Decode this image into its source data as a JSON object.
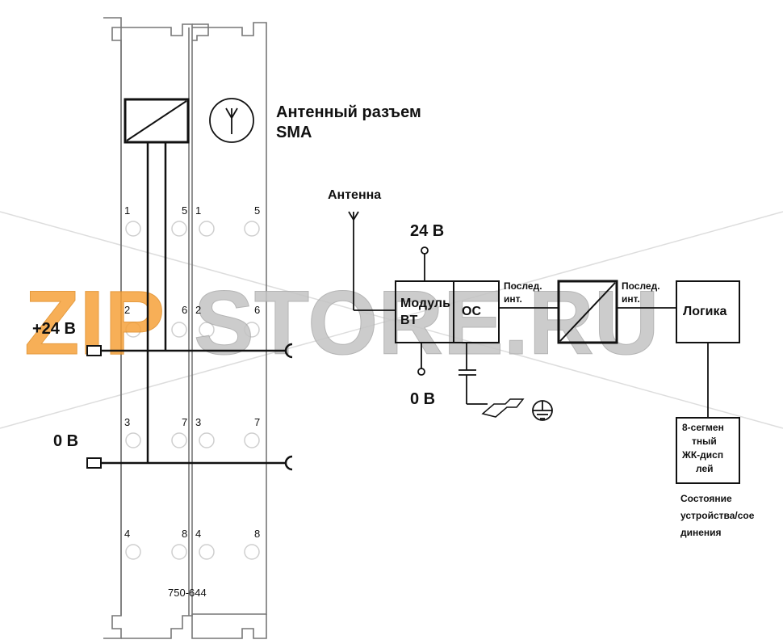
{
  "watermark": {
    "left": "ZIP",
    "right": "STORE.RU"
  },
  "module": {
    "terminals_left": [
      "1",
      "2",
      "3",
      "4"
    ],
    "terminals_mid_left": [
      "5",
      "6",
      "7",
      "8"
    ],
    "terminals_mid_right": [
      "1",
      "2",
      "3",
      "4"
    ],
    "terminals_right": [
      "5",
      "6",
      "7",
      "8"
    ],
    "part_number": "750-644"
  },
  "labels": {
    "antenna_connector_line1": "Антенный разъем",
    "antenna_connector_line2": "SMA",
    "plus24": "+24 В",
    "zero_left": "0 В",
    "antenna": "Антенна",
    "v24": "24 В",
    "v0": "0 В",
    "bt_line1": "Модуль",
    "bt_line2": "BT",
    "os": "ОС",
    "serial1_line1": "Послед.",
    "serial1_line2": "инт.",
    "serial2_line1": "Послед.",
    "serial2_line2": "инт.",
    "logic": "Логика",
    "display_line1": "8-сегмен",
    "display_line2": "тный",
    "display_line3": "ЖК-дисп",
    "display_line4": "лей",
    "status_line1": "Состояние",
    "status_line2": "устройства/сое",
    "status_line3": "динения"
  },
  "colors": {
    "line": "#111111",
    "watermark_orange": "#f6a23a",
    "watermark_gray": "#bdbdbd",
    "terminal_circle": "#cfcfcf"
  }
}
